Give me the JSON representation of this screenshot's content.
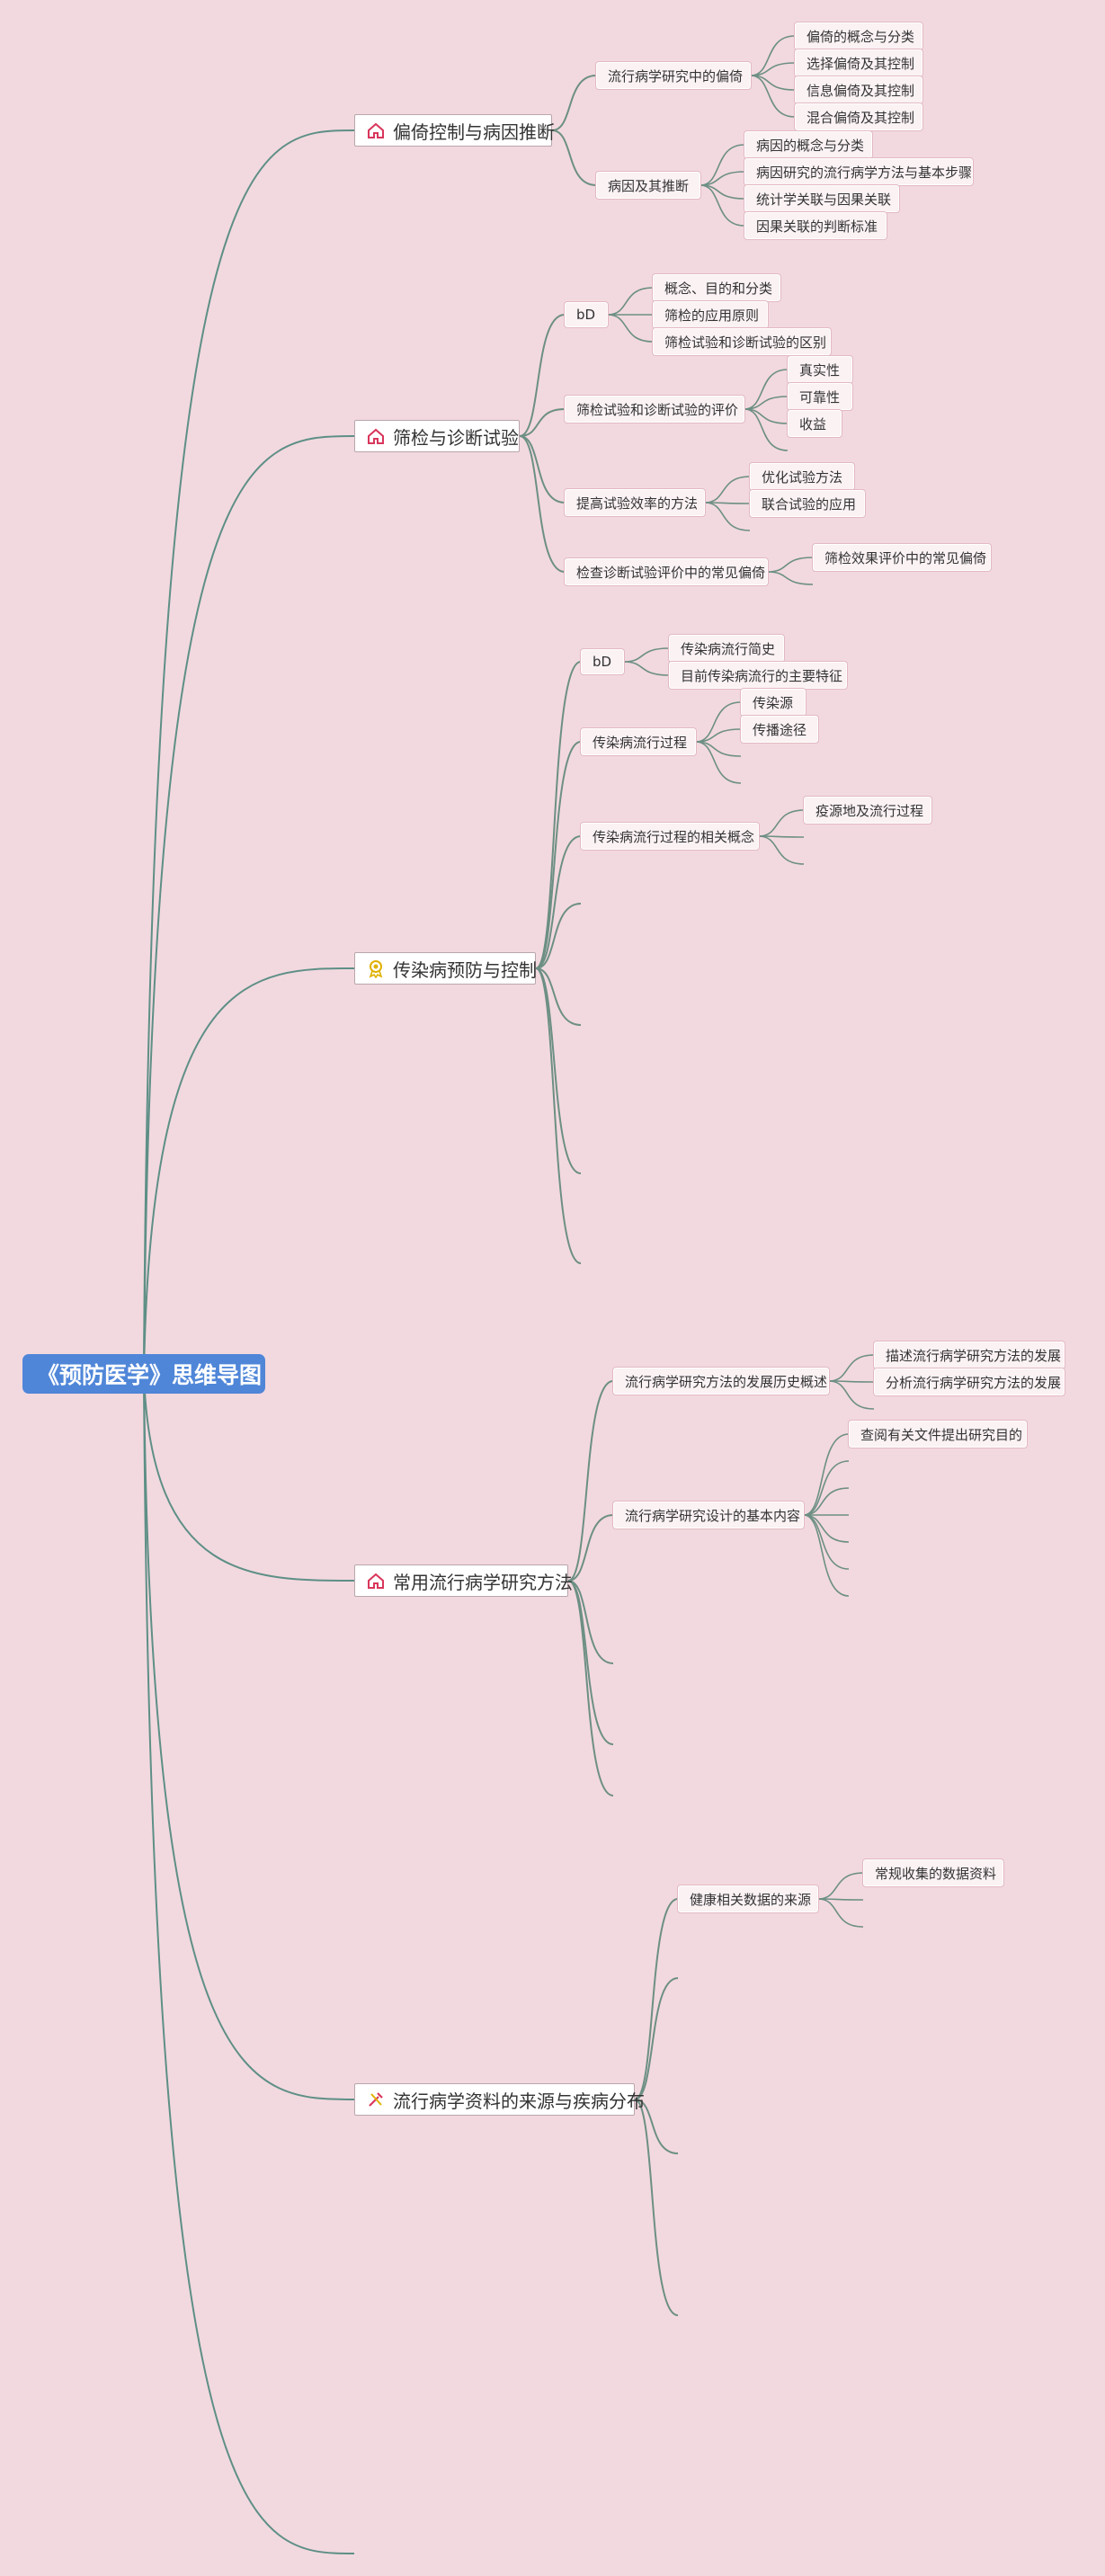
{
  "root": {
    "label": "《预防医学》思维导图"
  },
  "branches": [
    {
      "id": "b1",
      "label": "偏倚控制与病因推断",
      "icon": "house-icon",
      "icon_color": "#d9365b",
      "children": [
        {
          "id": "b1s1",
          "label": "流行病学研究中的偏倚",
          "children": [
            "偏倚的概念与分类",
            "选择偏倚及其控制",
            "信息偏倚及其控制",
            "混合偏倚及其控制"
          ]
        },
        {
          "id": "b1s2",
          "label": "病因及其推断",
          "children": [
            "病因的概念与分类",
            "病因研究的流行病学方法与基本步骤",
            "统计学关联与因果关联",
            "因果关联的判断标准"
          ]
        }
      ]
    },
    {
      "id": "b2",
      "label": "筛检与诊断试验",
      "icon": "house-icon",
      "icon_color": "#d9365b",
      "children": [
        {
          "id": "b2s1",
          "label": "bD",
          "children": [
            "概念、目的和分类",
            "筛检的应用原则",
            "筛检试验和诊断试验的区别"
          ]
        },
        {
          "id": "b2s2",
          "label": "筛检试验和诊断试验的评价",
          "children": [
            "真实性",
            "可靠性",
            "收益"
          ]
        },
        {
          "id": "b2s3",
          "label": "提高试验效率的方法",
          "children": [
            "优化试验方法",
            "联合试验的应用"
          ]
        },
        {
          "id": "b2s4",
          "label": "检查诊断试验评价中的常见偏倚",
          "children": [
            "筛检效果评价中的常见偏倚"
          ]
        }
      ]
    },
    {
      "id": "b3",
      "label": "传染病预防与控制",
      "icon": "award-icon",
      "icon_color": "#e0b000",
      "children": [
        {
          "id": "b3s1",
          "label": "bD",
          "children": [
            "传染病流行简史",
            "目前传染病流行的主要特征"
          ]
        },
        {
          "id": "b3s2",
          "label": "传染病流行过程",
          "children": [
            "传染源",
            "传播途径"
          ]
        },
        {
          "id": "b3s3",
          "label": "传染病流行过程的相关概念",
          "children": [
            "疫源地及流行过程"
          ]
        }
      ]
    },
    {
      "id": "b4",
      "label": "常用流行病学研究方法",
      "icon": "house-icon",
      "icon_color": "#d9365b",
      "children": [
        {
          "id": "b4s1",
          "label": "流行病学研究方法的发展历史概述",
          "children": [
            "描述流行病学研究方法的发展",
            "分析流行病学研究方法的发展"
          ]
        },
        {
          "id": "b4s2",
          "label": "流行病学研究设计的基本内容",
          "children": [
            "查阅有关文件提出研究目的"
          ]
        }
      ]
    },
    {
      "id": "b5",
      "label": "流行病学资料的来源与疾病分布",
      "icon": "tools-icon",
      "icon_color": "#d9365b",
      "children": [
        {
          "id": "b5s1",
          "label": "健康相关数据的来源",
          "children": [
            "常规收集的数据资料"
          ]
        }
      ]
    }
  ],
  "colors": {
    "background": "#f2d9df",
    "root": "#4f86d8",
    "line_root": "#5e8f86",
    "line_branch": "#6d8f84"
  }
}
